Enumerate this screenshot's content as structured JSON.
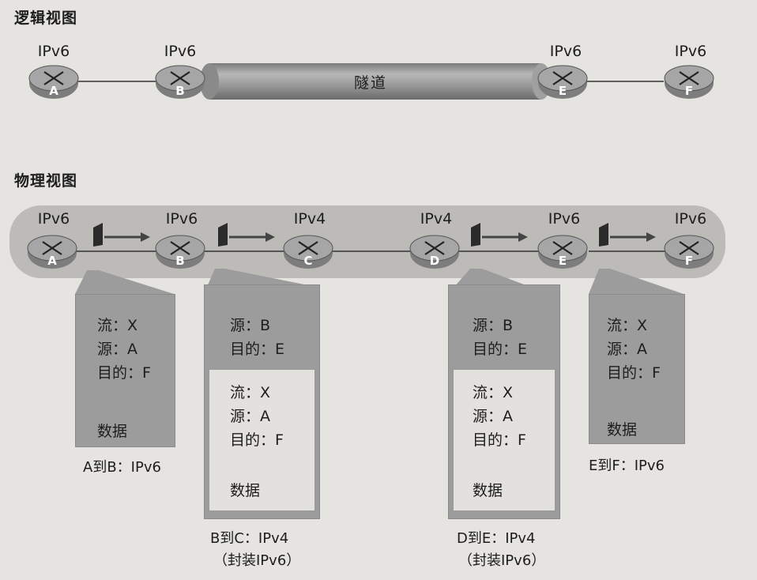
{
  "logical": {
    "title": "逻辑视图",
    "tunnel_label": "隧道",
    "routers": [
      {
        "letter": "A",
        "proto": "IPv6"
      },
      {
        "letter": "B",
        "proto": "IPv6"
      },
      {
        "letter": "E",
        "proto": "IPv6"
      },
      {
        "letter": "F",
        "proto": "IPv6"
      }
    ]
  },
  "physical": {
    "title": "物理视图",
    "routers": [
      {
        "letter": "A",
        "proto": "IPv6"
      },
      {
        "letter": "B",
        "proto": "IPv6"
      },
      {
        "letter": "C",
        "proto": "IPv4"
      },
      {
        "letter": "D",
        "proto": "IPv4"
      },
      {
        "letter": "E",
        "proto": "IPv6"
      },
      {
        "letter": "F",
        "proto": "IPv6"
      }
    ]
  },
  "packets": [
    {
      "lines": [
        "流：X",
        "源：A",
        "目的：F",
        "数据"
      ],
      "caption": "A到B：IPv6",
      "caption2": ""
    },
    {
      "outer_lines": [
        "源：B",
        "目的：E"
      ],
      "inner_lines": [
        "流：X",
        "源：A",
        "目的：F",
        "数据"
      ],
      "caption": "B到C：IPv4",
      "caption2": "（封装IPv6）"
    },
    {
      "outer_lines": [
        "源：B",
        "目的：E"
      ],
      "inner_lines": [
        "流：X",
        "源：A",
        "目的：F",
        "数据"
      ],
      "caption": "D到E：IPv4",
      "caption2": "（封装IPv6）"
    },
    {
      "lines": [
        "流：X",
        "源：A",
        "目的：F",
        "数据"
      ],
      "caption": "E到F：IPv6",
      "caption2": ""
    }
  ],
  "colors": {
    "background": "#e6e4e0",
    "router": "#8e8e8e",
    "packet": "#9c9c9c",
    "band": "#bdbbb8"
  }
}
